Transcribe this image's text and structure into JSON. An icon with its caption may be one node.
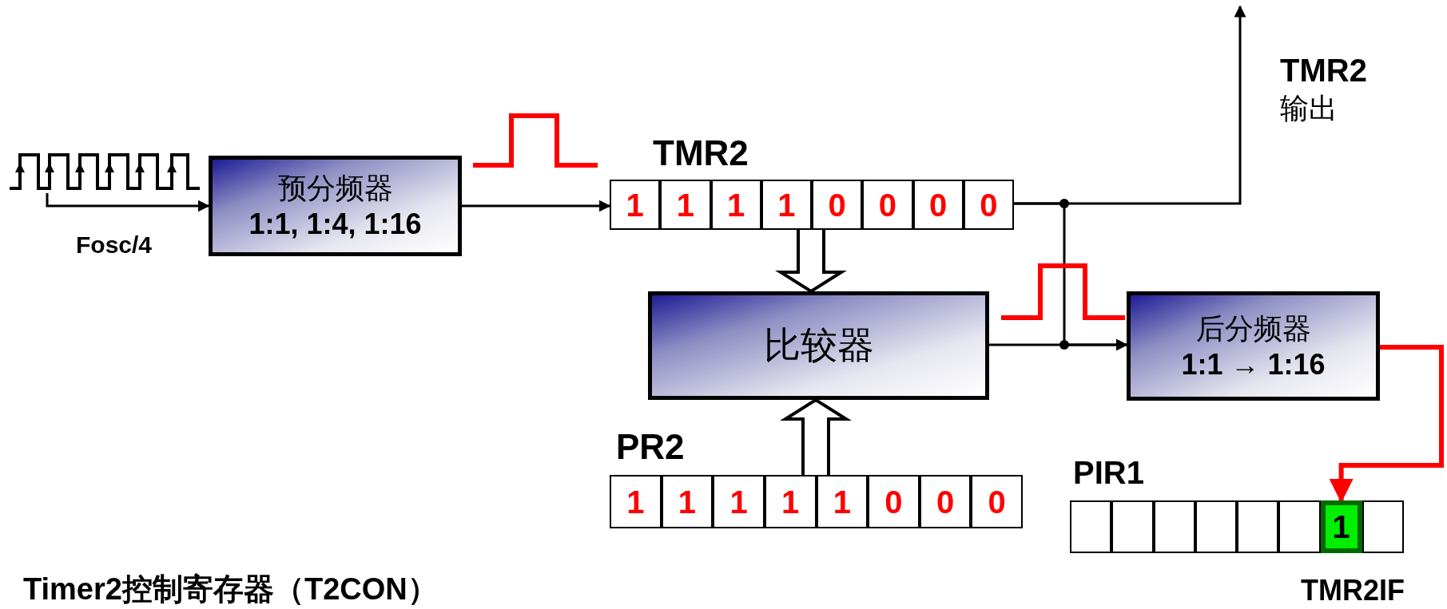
{
  "diagram": {
    "nodes": [
      {
        "text": [],
        "shape": "picture",
        "beside": [
          "Fosc/4"
        ]
      },
      {
        "text": [
          "预分频器",
          "1:1, 1:4, 1:16"
        ]
      },
      {
        "text": [
          "TMR2"
        ]
      },
      {
        "text": [
          "1"
        ],
        "in": 2
      },
      {
        "text": [
          "1"
        ],
        "in": 2
      },
      {
        "text": [
          "1"
        ],
        "in": 2
      },
      {
        "text": [
          "1"
        ],
        "in": 2
      },
      {
        "text": [
          "0"
        ],
        "in": 2
      },
      {
        "text": [
          "0"
        ],
        "in": 2
      },
      {
        "text": [
          "0"
        ],
        "in": 2
      },
      {
        "text": [
          "0"
        ],
        "in": 2
      },
      {
        "text": [
          "比较器"
        ]
      },
      {
        "text": [
          "PR2"
        ]
      },
      {
        "text": [
          "1"
        ],
        "in": 12
      },
      {
        "text": [
          "1"
        ],
        "in": 12
      },
      {
        "text": [
          "1"
        ],
        "in": 12
      },
      {
        "text": [
          "1"
        ],
        "in": 12
      },
      {
        "text": [
          "1"
        ],
        "in": 12
      },
      {
        "text": [
          "0"
        ],
        "in": 12
      },
      {
        "text": [
          "0"
        ],
        "in": 12
      },
      {
        "text": [
          "0"
        ],
        "in": 12
      },
      {
        "text": [
          "后分频器",
          "1:1 → 1:16"
        ]
      },
      {
        "text": [
          "PIR1"
        ]
      },
      {
        "text": [],
        "shape": "box",
        "in": 22
      },
      {
        "text": [],
        "shape": "box",
        "in": 22
      },
      {
        "text": [],
        "shape": "box",
        "in": 22
      },
      {
        "text": [],
        "shape": "box",
        "in": 22
      },
      {
        "text": [],
        "shape": "box",
        "in": 22
      },
      {
        "text": [],
        "shape": "box",
        "in": 22
      },
      {
        "text": [
          "1"
        ],
        "in": 22,
        "beside": [
          "TMR2IF"
        ]
      },
      {
        "text": [],
        "shape": "box",
        "in": 22
      }
    ],
    "edges": [
      {
        "from": 0,
        "to": 1,
        "arrow": "to"
      },
      {
        "from": 1,
        "to": 2,
        "arrow": "to"
      },
      {
        "from": 2,
        "to": 11,
        "arrow": "to"
      },
      {
        "from": 12,
        "to": 11,
        "arrow": "to"
      },
      {
        "from": 2,
        "to": null,
        "arrow": "to"
      },
      {
        "from": 11,
        "to": 21,
        "arrow": "to"
      },
      {
        "from": 2,
        "to": 21,
        "arrow": "to"
      },
      {
        "from": 21,
        "to": 29,
        "arrow": "to",
        "style": "thick",
        "color": "#ff0000"
      }
    ],
    "labels": [
      "TMR2",
      "输出",
      "Timer2控制寄存器（T2CON）"
    ]
  }
}
